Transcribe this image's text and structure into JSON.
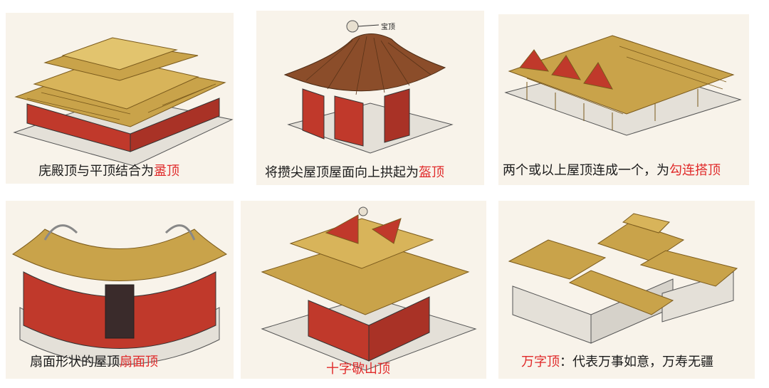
{
  "panels": [
    {
      "caption_text": "庑殿顶与平顶结合为",
      "caption_highlight": "盝顶"
    },
    {
      "caption_text": "将攒尖屋顶屋面向上拱起为",
      "caption_highlight": "盔顶",
      "callout": "宝顶"
    },
    {
      "caption_text": "两个或以上屋顶连成一个，为",
      "caption_highlight": "勾连搭顶"
    },
    {
      "caption_text": "扇面形状的屋顶",
      "caption_highlight": "扇面顶"
    },
    {
      "caption_text": "",
      "caption_highlight": "十字歇山顶"
    },
    {
      "caption_highlight": "万字顶",
      "caption_text": "：代表万事如意，万寿无疆"
    }
  ],
  "colors": {
    "highlight": "#e02a2a",
    "roof": "#c9a34a",
    "roof_line": "#7a5a1c",
    "wall": "#c0392b",
    "base": "#e4e0d8"
  }
}
